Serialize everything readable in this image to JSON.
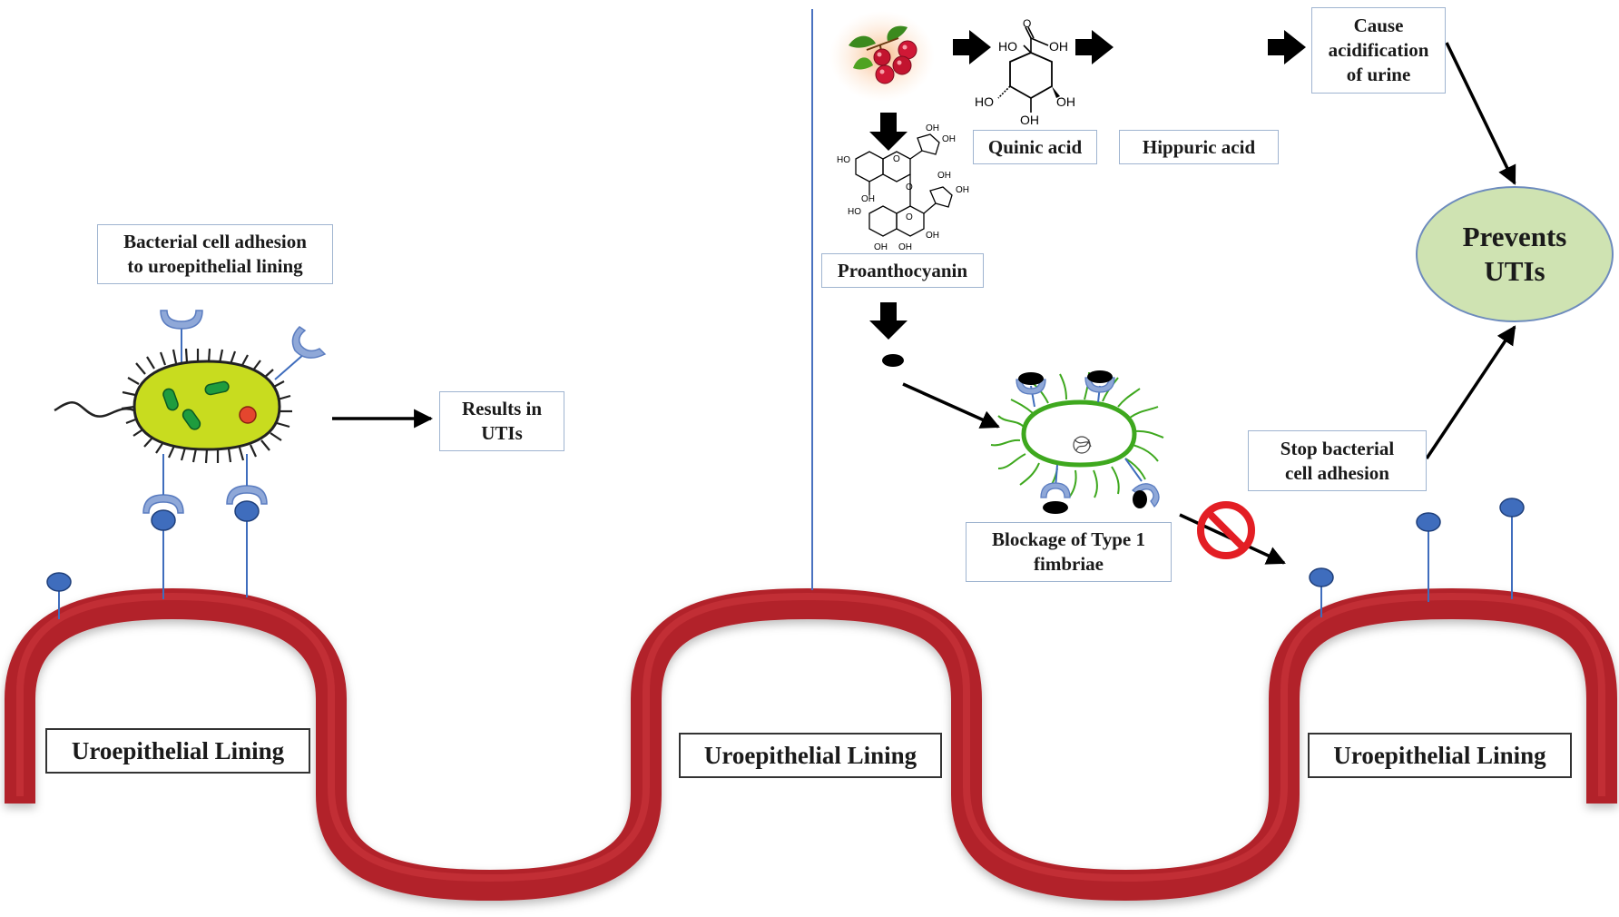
{
  "left_panel": {
    "adhesion_label": "Bacterial cell adhesion\nto uroepithelial lining",
    "result_label": "Results in\nUTIs",
    "lining_label": "Uroepithelial Lining"
  },
  "middle": {
    "lining_label": "Uroepithelial Lining"
  },
  "right_panel": {
    "quinic_label": "Quinic acid",
    "hippuric_label": "Hippuric acid",
    "acidification_label": "Cause\nacidification\nof urine",
    "prevents_label": "Prevents\nUTIs",
    "proanthocyanin_label": "Proanthocyanin",
    "blockage_label": "Blockage of Type 1\nfimbriae",
    "stop_label": "Stop bacterial\ncell adhesion",
    "lining_label": "Uroepithelial Lining",
    "quinic_structure": {
      "atoms": [
        "HO",
        "OH",
        "HO",
        "OH",
        "OH"
      ],
      "carbonyl_o": "O"
    },
    "proantho_structure": {
      "atoms": [
        "OH",
        "OH",
        "HO",
        "O",
        "OH",
        "O",
        "OH",
        "OH",
        "HO",
        "O",
        "OH",
        "OH",
        "OH"
      ]
    }
  },
  "colors": {
    "lining": "#b2232a",
    "lining_dark": "#7d1418",
    "receptor": "#3f6dbd",
    "receptor_light": "#8fa8d8",
    "divider": "#4a72c0",
    "bacterium_body": "#c8dc1f",
    "bacterium2_outline": "#3ea81e",
    "prevents_fill": "#cfe3b2",
    "no_sign": "#e31e24"
  },
  "icons": [
    "cranberry-icon",
    "no-entry-icon",
    "bacterium-icon"
  ]
}
